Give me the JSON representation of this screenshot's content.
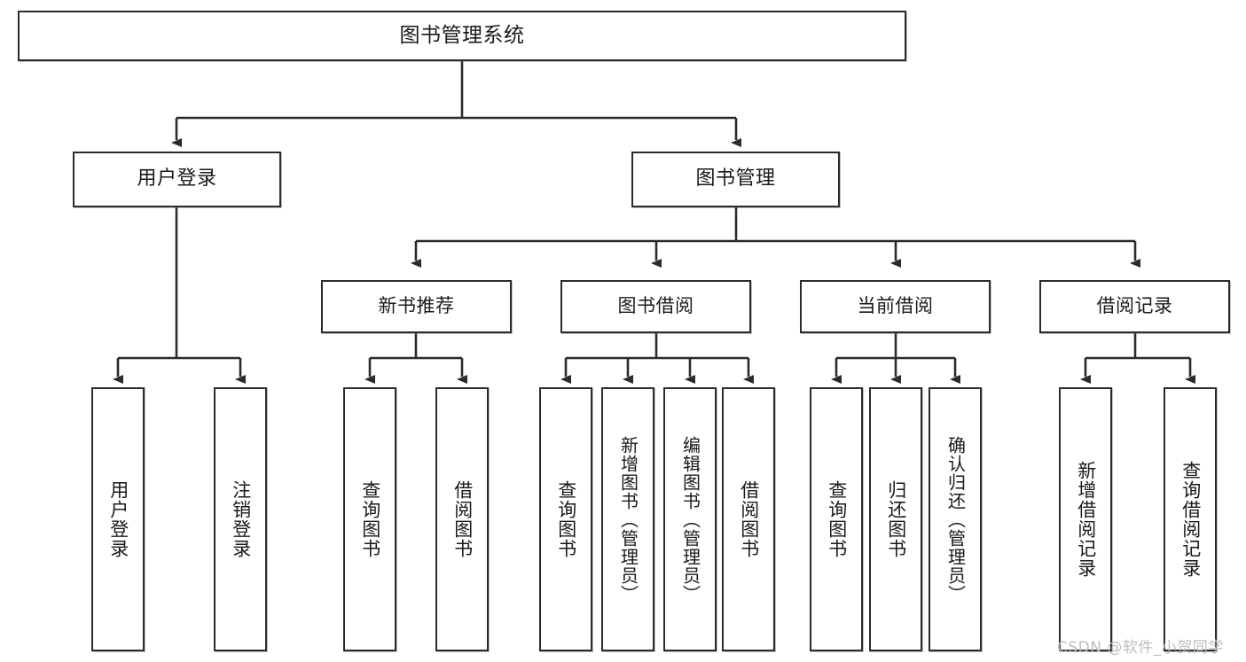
{
  "diagram": {
    "title": "图书管理系统",
    "type": "tree-hierarchy-chart",
    "root": {
      "label": "图书管理系统"
    },
    "level2": [
      {
        "label": "用户登录"
      },
      {
        "label": "图书管理"
      }
    ],
    "level3": [
      {
        "label": "新书推荐"
      },
      {
        "label": "图书借阅"
      },
      {
        "label": "当前借阅"
      },
      {
        "label": "借阅记录"
      }
    ],
    "leaves": {
      "user_login": [
        {
          "label": "用户登录"
        },
        {
          "label": "注销登录"
        }
      ],
      "new_book_recommend": [
        {
          "label": "查询图书"
        },
        {
          "label": "借阅图书"
        }
      ],
      "book_borrow": [
        {
          "label": "查询图书"
        },
        {
          "label": "新增图书（管理员）"
        },
        {
          "label": "编辑图书（管理员）"
        },
        {
          "label": "借阅图书"
        }
      ],
      "current_borrow": [
        {
          "label": "查询图书"
        },
        {
          "label": "归还图书"
        },
        {
          "label": "确认归还（管理员）"
        }
      ],
      "borrow_record": [
        {
          "label": "新增借阅记录"
        },
        {
          "label": "查询借阅记录"
        }
      ]
    }
  },
  "watermark": {
    "text": "CSDN @软件_小贺同学"
  },
  "colors": {
    "stroke": "#2b2b2b",
    "fill": "#ffffff",
    "text": "#1a1a1a",
    "watermark": "#bdbdbd"
  }
}
